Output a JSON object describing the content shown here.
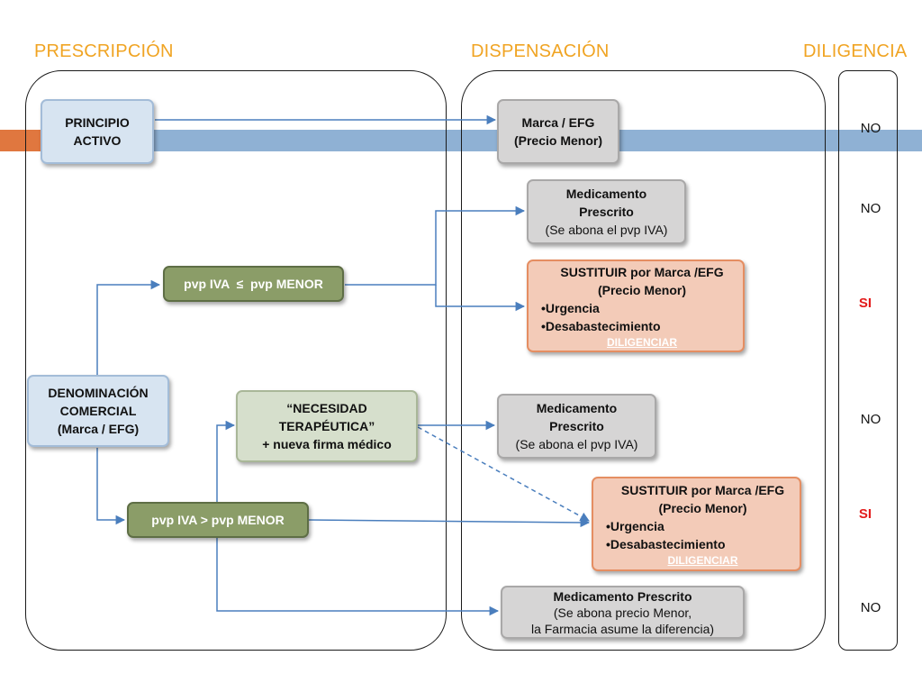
{
  "headers": {
    "prescripcion": "PRESCRIPCIÓN",
    "dispensacion": "DISPENSACIÓN",
    "diligencia": "DILIGENCIA"
  },
  "colors": {
    "header": "#f0a423",
    "band": "#8fb1d4",
    "band_left": "#e0773f",
    "arrow": "#4a7ebd",
    "si": "#e31b1b"
  },
  "prescripcion": {
    "principio_activo": [
      "PRINCIPIO",
      "ACTIVO"
    ],
    "denominacion_comercial": [
      "DENOMINACIÓN",
      "COMERCIAL",
      "(Marca / EFG)"
    ],
    "pvp_menor_igual": "pvp IVA  ≤  pvp MENOR",
    "pvp_mayor": "pvp IVA > pvp MENOR",
    "necesidad": [
      "“NECESIDAD",
      "TERAPÉUTICA”",
      "+ nueva firma médico"
    ]
  },
  "dispensacion": {
    "marca_efg": [
      "Marca / EFG",
      "(Precio Menor)"
    ],
    "med_prescrito_1": [
      "Medicamento",
      "Prescrito",
      "(Se abona el pvp IVA)"
    ],
    "sustituir_1": {
      "title": [
        "SUSTITUIR por Marca /EFG",
        "(Precio Menor)"
      ],
      "items": [
        "•Urgencia",
        "•Desabastecimiento"
      ],
      "link": "DILIGENCIAR"
    },
    "med_prescrito_2": [
      "Medicamento",
      "Prescrito",
      "(Se abona el pvp IVA)"
    ],
    "sustituir_2": {
      "title": [
        "SUSTITUIR por Marca /EFG",
        "(Precio Menor)"
      ],
      "items": [
        "•Urgencia",
        "•Desabastecimiento"
      ],
      "link": "DILIGENCIAR"
    },
    "med_prescrito_3": [
      "Medicamento Prescrito",
      "(Se abona precio Menor,",
      "la Farmacia asume la diferencia)"
    ]
  },
  "diligencia": [
    "NO",
    "NO",
    "SI",
    "NO",
    "SI",
    "NO"
  ]
}
